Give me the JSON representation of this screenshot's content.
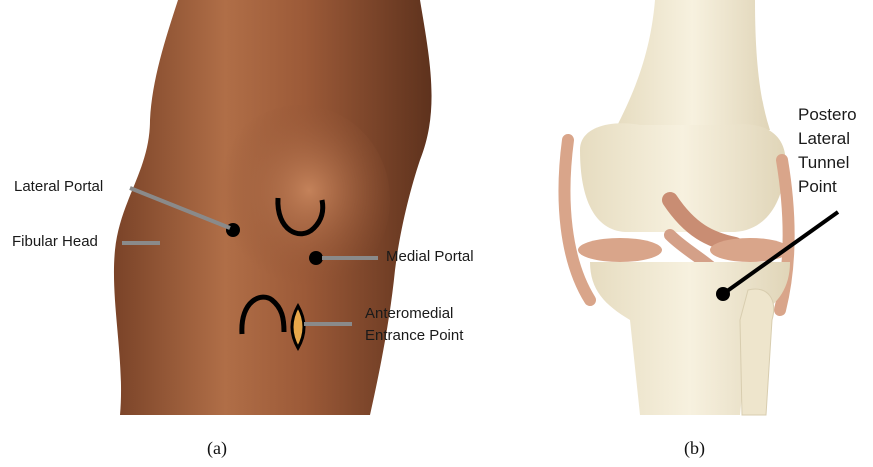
{
  "panel_a": {
    "labels": {
      "lateral_portal": "Lateral Portal",
      "fibular_head": "Fibular Head",
      "medial_portal": "Medial Portal",
      "anteromedial_1": "Anteromedial",
      "anteromedial_2": "Entrance Point"
    },
    "caption": "(a)"
  },
  "panel_b": {
    "labels": {
      "line1": "Postero",
      "line2": "Lateral",
      "line3": "Tunnel",
      "line4": "Point"
    },
    "caption": "(b)"
  },
  "colors": {
    "skin_dark": "#6b3a24",
    "skin_mid": "#a0633f",
    "skin_light": "#c98a62",
    "bone": "#f3ecd6",
    "ligament": "#d9a58a",
    "pointer": "#8a8a8a",
    "marker": "#000000"
  }
}
